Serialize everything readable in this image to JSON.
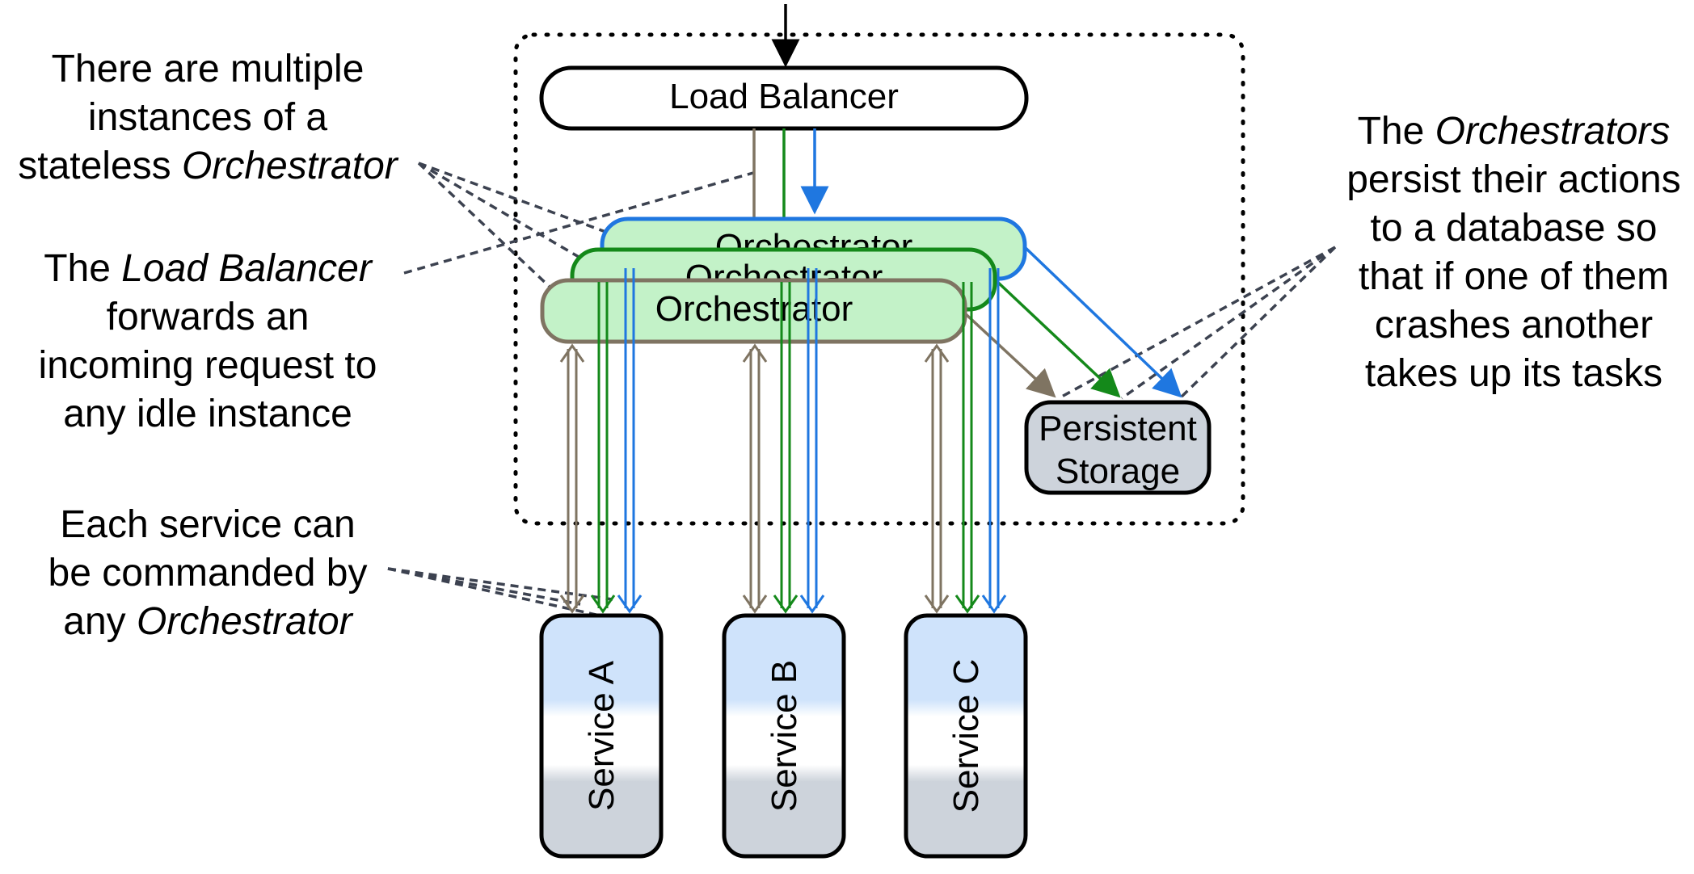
{
  "diagram": {
    "load_balancer": {
      "label": "Load Balancer"
    },
    "orchestrators": [
      {
        "label": "Orchestrator",
        "color": "#1f77e0"
      },
      {
        "label": "Orchestrator",
        "color": "#14891a"
      },
      {
        "label": "Orchestrator",
        "color": "#7f7462"
      }
    ],
    "orchestrator_fill": "#c3f2c8",
    "storage": {
      "line1": "Persistent",
      "line2": "Storage",
      "fill": "#cdd3db"
    },
    "services": [
      {
        "label": "Service A"
      },
      {
        "label": "Service B"
      },
      {
        "label": "Service C"
      }
    ],
    "service_colors": {
      "top": "#cfe3fb",
      "bottom": "#cdd3db"
    },
    "notes": {
      "multiple": {
        "line1": "There are multiple",
        "line2": "instances of a",
        "line3_plain": "stateless ",
        "line3_italic": "Orchestrator"
      },
      "load_balancer": {
        "line1_plain": "The ",
        "line1_italic": "Load Balancer",
        "line2": "forwards an",
        "line3": "incoming request to",
        "line4": "any idle instance"
      },
      "service": {
        "line1": "Each service can",
        "line2": "be commanded by",
        "line3_plain": "any ",
        "line3_italic": "Orchestrator"
      },
      "persist": {
        "line1_plain": "The ",
        "line1_italic": "Orchestrators",
        "line2": "persist their actions",
        "line3": "to a database so",
        "line4": "that if one of them",
        "line5": "crashes another",
        "line6": "takes up its tasks"
      }
    }
  }
}
